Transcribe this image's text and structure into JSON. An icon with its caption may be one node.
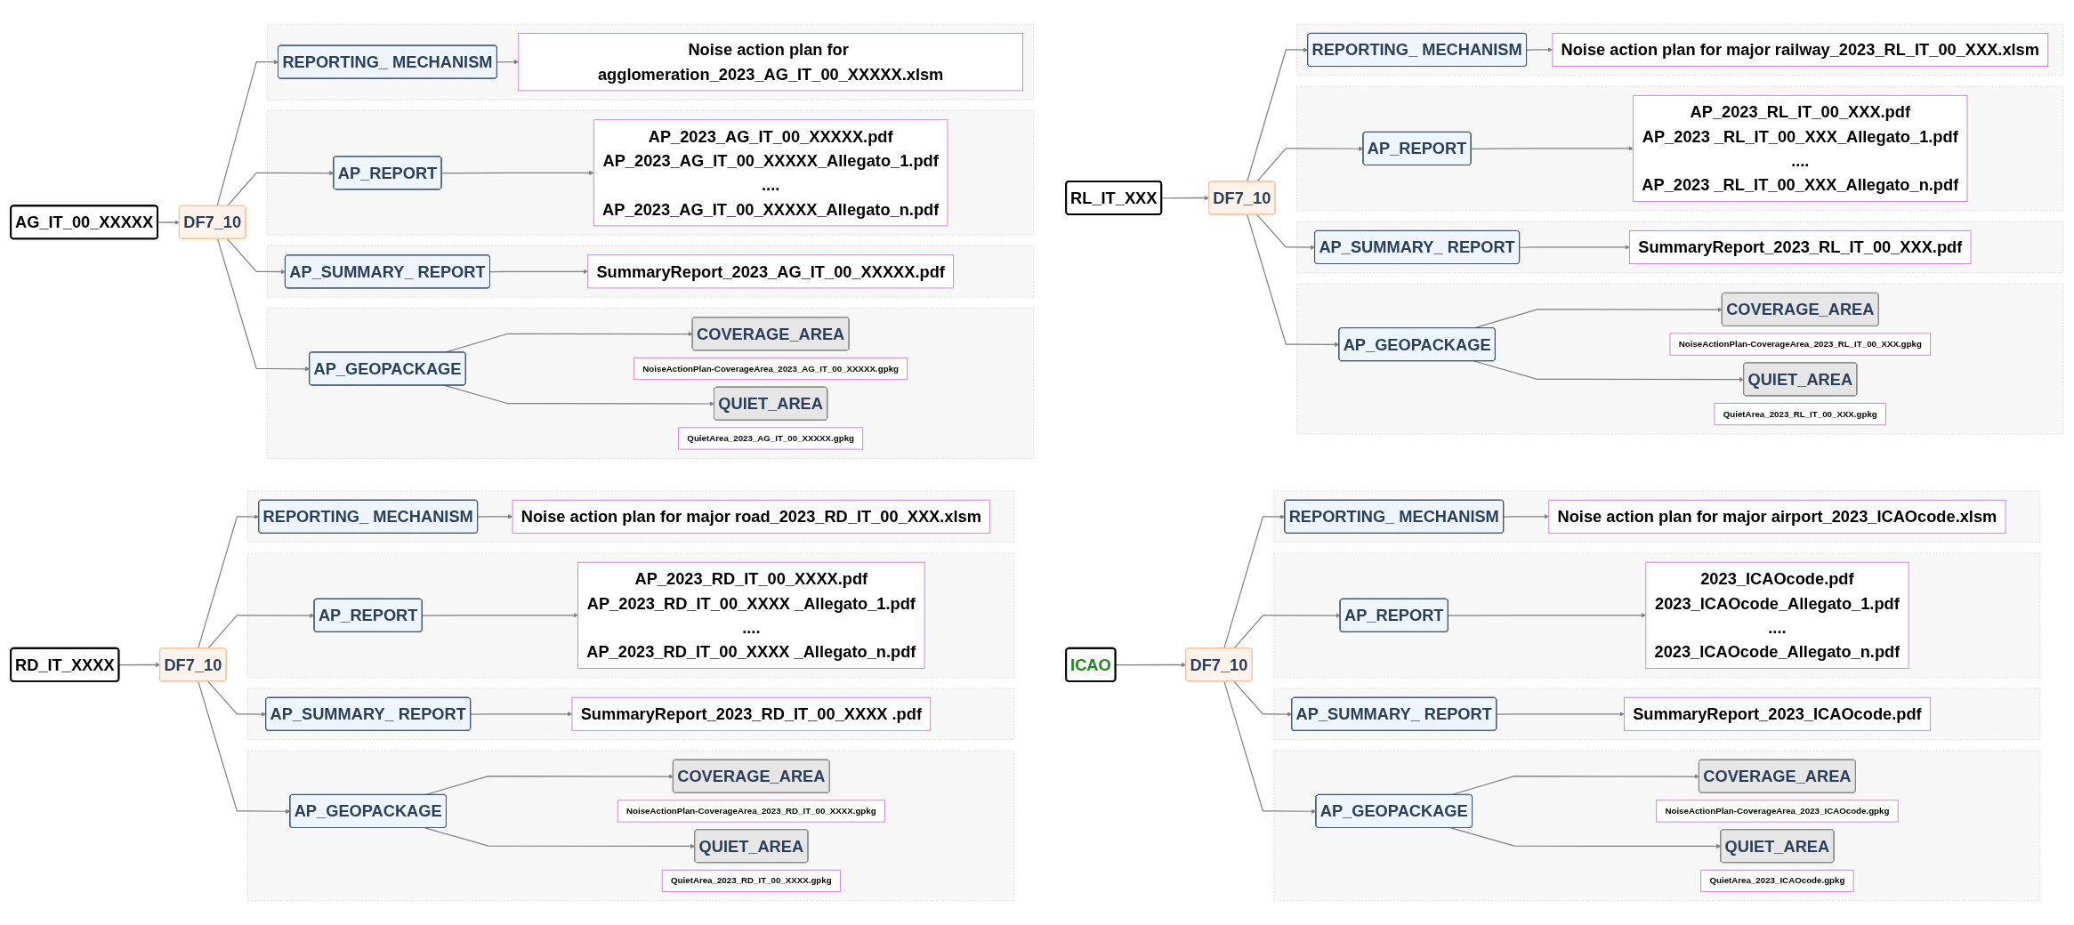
{
  "diagram": {
    "nodes": [
      {
        "text": [
          "AG_IT_00_XXXXX"
        ]
      },
      {
        "text": [
          "DF7_10"
        ]
      },
      {
        "text": [],
        "shape": "box"
      },
      {
        "text": [
          "REPORTING_ MECHANISM"
        ],
        "in": 2
      },
      {
        "text": [
          "Noise action plan for agglomeration_2023_AG_IT_00_XXXXX.xlsm"
        ],
        "in": 2
      },
      {
        "text": [],
        "shape": "box"
      },
      {
        "text": [
          "AP_REPORT"
        ],
        "in": 5
      },
      {
        "text": [
          "AP_2023_AG_IT_00_XXXXX.pdf",
          "AP_2023_AG_IT_00_XXXXX_Allegato_1.pdf",
          "....",
          "AP_2023_AG_IT_00_XXXXX_Allegato_n.pdf"
        ],
        "in": 5
      },
      {
        "text": [],
        "shape": "box"
      },
      {
        "text": [
          "AP_SUMMARY_ REPORT"
        ],
        "in": 8
      },
      {
        "text": [
          "SummaryReport_2023_AG_IT_00_XXXXX.pdf"
        ],
        "in": 8
      },
      {
        "text": [],
        "shape": "box"
      },
      {
        "text": [
          "AP_GEOPACKAGE"
        ],
        "in": 11
      },
      {
        "text": [
          "COVERAGE_AREA"
        ],
        "in": 11
      },
      {
        "text": [
          "NoiseActionPlan-CoverageArea_2023_AG_IT_00_XXXXX.gpkg"
        ],
        "in": 11
      },
      {
        "text": [
          "QUIET_AREA"
        ],
        "in": 11
      },
      {
        "text": [
          "QuietArea_2023_AG_IT_00_XXXXX.gpkg"
        ],
        "in": 11
      },
      {
        "text": [
          "RL_IT_XXX"
        ]
      },
      {
        "text": [
          "DF7_10"
        ]
      },
      {
        "text": [],
        "shape": "box"
      },
      {
        "text": [
          "REPORTING_ MECHANISM"
        ],
        "in": 19
      },
      {
        "text": [
          "Noise action plan for major railway_2023_RL_IT_00_XXX.xlsm"
        ],
        "in": 19
      },
      {
        "text": [],
        "shape": "box"
      },
      {
        "text": [
          "AP_REPORT"
        ],
        "in": 22
      },
      {
        "text": [
          "AP_2023_RL_IT_00_XXX.pdf",
          "AP_2023 _RL_IT_00_XXX_Allegato_1.pdf",
          "....",
          "AP_2023 _RL_IT_00_XXX_Allegato_n.pdf"
        ],
        "in": 22
      },
      {
        "text": [],
        "shape": "box"
      },
      {
        "text": [
          "AP_SUMMARY_ REPORT"
        ],
        "in": 25
      },
      {
        "text": [
          "SummaryReport_2023_RL_IT_00_XXX.pdf"
        ],
        "in": 25
      },
      {
        "text": [],
        "shape": "box"
      },
      {
        "text": [
          "AP_GEOPACKAGE"
        ],
        "in": 28
      },
      {
        "text": [
          "COVERAGE_AREA"
        ],
        "in": 28
      },
      {
        "text": [
          "NoiseActionPlan-CoverageArea_2023_RL_IT_00_XXX.gpkg"
        ],
        "in": 28
      },
      {
        "text": [
          "QUIET_AREA"
        ],
        "in": 28
      },
      {
        "text": [
          "QuietArea_2023_RL_IT_00_XXX.gpkg"
        ],
        "in": 28
      },
      {
        "text": [
          "RD_IT_XXXX"
        ]
      },
      {
        "text": [
          "DF7_10"
        ]
      },
      {
        "text": [],
        "shape": "box"
      },
      {
        "text": [
          "REPORTING_ MECHANISM"
        ],
        "in": 36
      },
      {
        "text": [
          "Noise action plan for major road_2023_RD_IT_00_XXX.xlsm"
        ],
        "in": 36
      },
      {
        "text": [],
        "shape": "box"
      },
      {
        "text": [
          "AP_REPORT"
        ],
        "in": 39
      },
      {
        "text": [
          "AP_2023_RD_IT_00_XXXX.pdf",
          "AP_2023_RD_IT_00_XXXX _Allegato_1.pdf",
          "....",
          "AP_2023_RD_IT_00_XXXX _Allegato_n.pdf"
        ],
        "in": 39
      },
      {
        "text": [],
        "shape": "box"
      },
      {
        "text": [
          "AP_SUMMARY_ REPORT"
        ],
        "in": 42
      },
      {
        "text": [
          "SummaryReport_2023_RD_IT_00_XXXX .pdf"
        ],
        "in": 42
      },
      {
        "text": [],
        "shape": "box"
      },
      {
        "text": [
          "AP_GEOPACKAGE"
        ],
        "in": 45
      },
      {
        "text": [
          "COVERAGE_AREA"
        ],
        "in": 45
      },
      {
        "text": [
          "NoiseActionPlan-CoverageArea_2023_RD_IT_00_XXXX.gpkg"
        ],
        "in": 45
      },
      {
        "text": [
          "QUIET_AREA"
        ],
        "in": 45
      },
      {
        "text": [
          "QuietArea_2023_RD_IT_00_XXXX.gpkg"
        ],
        "in": 45
      },
      {
        "text": [
          "ICAO"
        ]
      },
      {
        "text": [
          "DF7_10"
        ]
      },
      {
        "text": [],
        "shape": "box"
      },
      {
        "text": [
          "REPORTING_ MECHANISM"
        ],
        "in": 53
      },
      {
        "text": [
          "Noise action plan for major airport_2023_ICAOcode.xlsm"
        ],
        "in": 53
      },
      {
        "text": [],
        "shape": "box"
      },
      {
        "text": [
          "AP_REPORT"
        ],
        "in": 56
      },
      {
        "text": [
          "2023_ICAOcode.pdf",
          "2023_ICAOcode_Allegato_1.pdf",
          "....",
          "2023_ICAOcode_Allegato_n.pdf"
        ],
        "in": 56
      },
      {
        "text": [],
        "shape": "box"
      },
      {
        "text": [
          "AP_SUMMARY_ REPORT"
        ],
        "in": 59
      },
      {
        "text": [
          "SummaryReport_2023_ICAOcode.pdf"
        ],
        "in": 59
      },
      {
        "text": [],
        "shape": "box"
      },
      {
        "text": [
          "AP_GEOPACKAGE"
        ],
        "in": 62
      },
      {
        "text": [
          "COVERAGE_AREA"
        ],
        "in": 62
      },
      {
        "text": [
          "NoiseActionPlan-CoverageArea_2023_ICAOcode.gpkg"
        ],
        "in": 62
      },
      {
        "text": [
          "QUIET_AREA"
        ],
        "in": 62
      },
      {
        "text": [
          "QuietArea_2023_ICAOcode.gpkg"
        ],
        "in": 62
      }
    ],
    "edges": [
      {
        "from": 0,
        "to": 1,
        "arrow": "to"
      },
      {
        "from": 1,
        "to": 3,
        "arrow": "to"
      },
      {
        "from": 1,
        "to": 6,
        "arrow": "to"
      },
      {
        "from": 1,
        "to": 9,
        "arrow": "to"
      },
      {
        "from": 1,
        "to": 12,
        "arrow": "to"
      },
      {
        "from": 3,
        "to": 4,
        "arrow": "to"
      },
      {
        "from": 6,
        "to": 7,
        "arrow": "to"
      },
      {
        "from": 9,
        "to": 10,
        "arrow": "to"
      },
      {
        "from": 12,
        "to": 13,
        "arrow": "to"
      },
      {
        "from": 12,
        "to": 15,
        "arrow": "to"
      },
      {
        "from": 17,
        "to": 18,
        "arrow": "to"
      },
      {
        "from": 18,
        "to": 20,
        "arrow": "to"
      },
      {
        "from": 18,
        "to": 23,
        "arrow": "to"
      },
      {
        "from": 18,
        "to": 26,
        "arrow": "to"
      },
      {
        "from": 18,
        "to": 29,
        "arrow": "to"
      },
      {
        "from": 20,
        "to": 21,
        "arrow": "to"
      },
      {
        "from": 23,
        "to": 24,
        "arrow": "to"
      },
      {
        "from": 26,
        "to": 27,
        "arrow": "to"
      },
      {
        "from": 29,
        "to": 30,
        "arrow": "to"
      },
      {
        "from": 29,
        "to": 32,
        "arrow": "to"
      },
      {
        "from": 34,
        "to": 35,
        "arrow": "to"
      },
      {
        "from": 35,
        "to": 37,
        "arrow": "to"
      },
      {
        "from": 35,
        "to": 40,
        "arrow": "to"
      },
      {
        "from": 35,
        "to": 43,
        "arrow": "to"
      },
      {
        "from": 35,
        "to": 46,
        "arrow": "to"
      },
      {
        "from": 37,
        "to": 38,
        "arrow": "to"
      },
      {
        "from": 40,
        "to": 41,
        "arrow": "to"
      },
      {
        "from": 43,
        "to": 44,
        "arrow": "to"
      },
      {
        "from": 46,
        "to": 47,
        "arrow": "to"
      },
      {
        "from": 46,
        "to": 49,
        "arrow": "to"
      },
      {
        "from": 51,
        "to": 52,
        "arrow": "to"
      },
      {
        "from": 52,
        "to": 54,
        "arrow": "to"
      },
      {
        "from": 52,
        "to": 57,
        "arrow": "to"
      },
      {
        "from": 52,
        "to": 60,
        "arrow": "to"
      },
      {
        "from": 52,
        "to": 63,
        "arrow": "to"
      },
      {
        "from": 54,
        "to": 55,
        "arrow": "to"
      },
      {
        "from": 57,
        "to": 58,
        "arrow": "to"
      },
      {
        "from": 60,
        "to": 61,
        "arrow": "to"
      },
      {
        "from": 63,
        "to": 64,
        "arrow": "to"
      },
      {
        "from": 63,
        "to": 66,
        "arrow": "to"
      }
    ]
  }
}
